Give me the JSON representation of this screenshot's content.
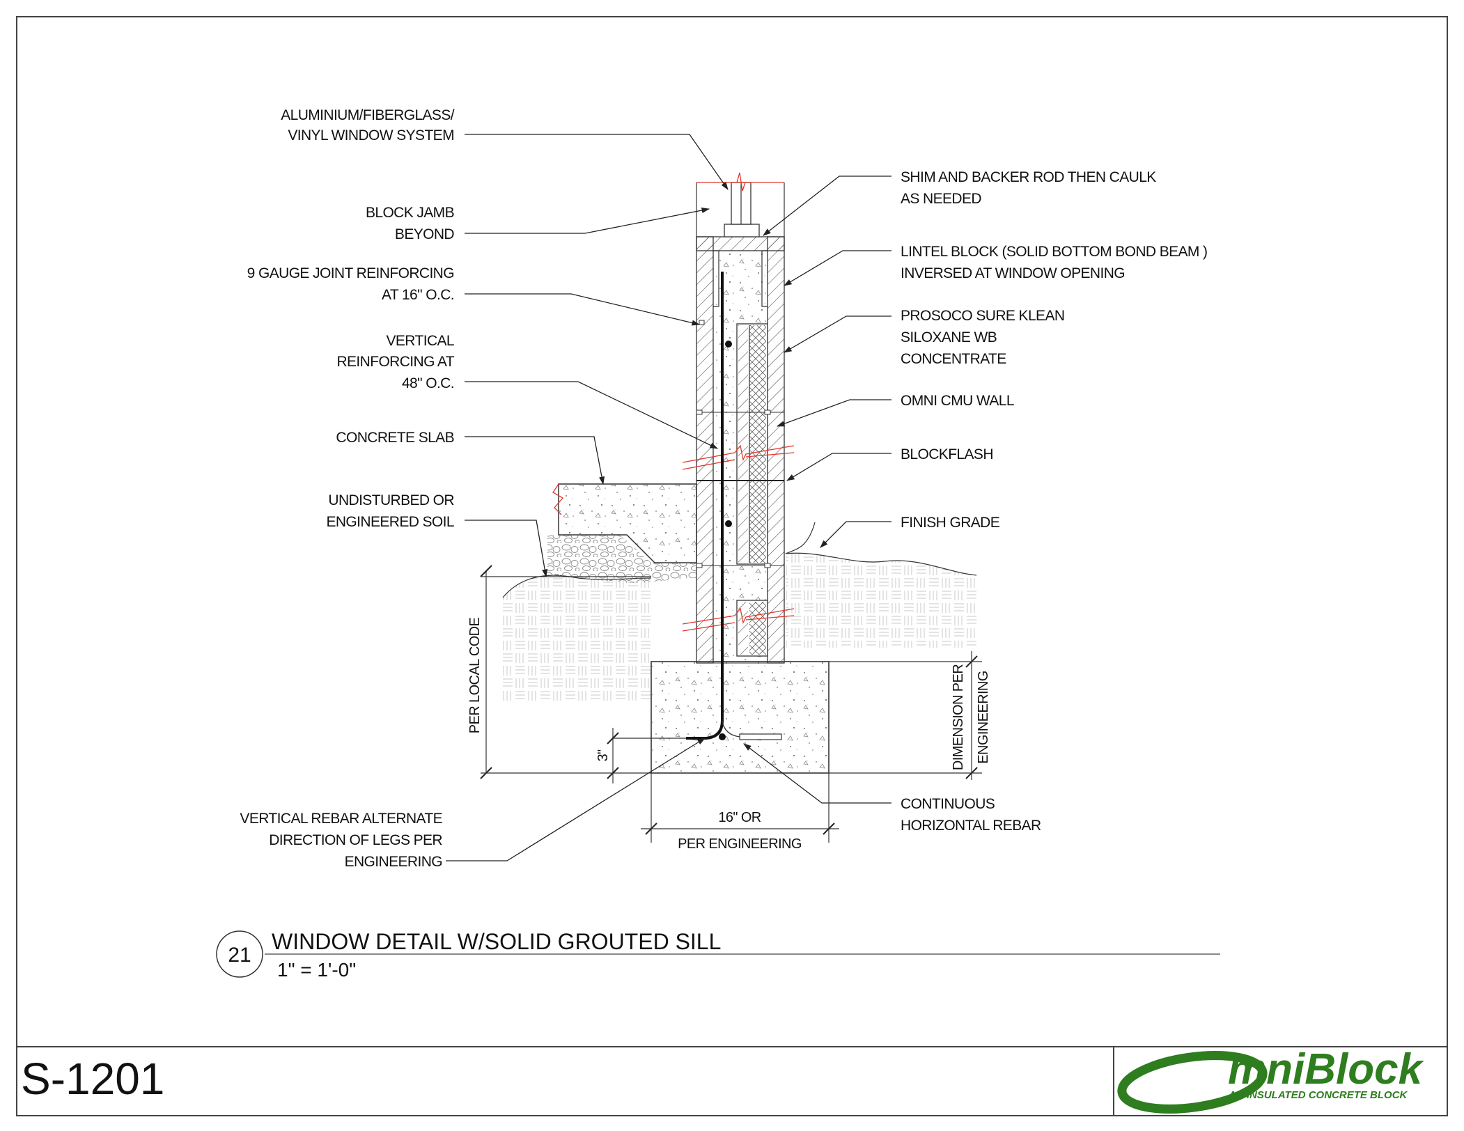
{
  "callouts": {
    "window_system": [
      "ALUMINIUM/FIBERGLASS/",
      "VINYL WINDOW SYSTEM"
    ],
    "block_jamb": [
      "BLOCK JAMB",
      "BEYOND"
    ],
    "joint_reinforcing": [
      "9 GAUGE JOINT REINFORCING",
      "AT 16\" O.C."
    ],
    "vertical_reinforcing": [
      "VERTICAL",
      "REINFORCING AT",
      "48\" O.C."
    ],
    "concrete_slab": [
      "CONCRETE SLAB"
    ],
    "soil": [
      "UNDISTURBED OR",
      "ENGINEERED SOIL"
    ],
    "vertical_rebar_alt": [
      "VERTICAL REBAR ALTERNATE",
      "DIRECTION OF LEGS PER",
      "ENGINEERING"
    ],
    "shim": [
      "SHIM AND BACKER ROD THEN CAULK",
      "AS NEEDED"
    ],
    "lintel": [
      "LINTEL BLOCK (SOLID BOTTOM BOND BEAM )",
      "INVERSED AT WINDOW OPENING"
    ],
    "prosoco": [
      "PROSOCO SURE  KLEAN",
      "SILOXANE WB",
      "CONCENTRATE"
    ],
    "omni_wall": [
      "OMNI CMU WALL"
    ],
    "blockflash": [
      "BLOCKFLASH"
    ],
    "finish_grade": [
      "FINISH GRADE"
    ],
    "horizontal_rebar": [
      "CONTINUOUS",
      "HORIZONTAL REBAR"
    ]
  },
  "dimensions": {
    "per_local_code": "PER LOCAL CODE",
    "three_inch": "3\"",
    "footing_width": [
      "16\" OR",
      "PER ENGINEERING"
    ],
    "dimension_per_engineering": [
      "DIMENSION PER",
      "ENGINEERING"
    ]
  },
  "detail": {
    "number": "21",
    "title": "WINDOW DETAIL W/SOLID GROUTED SILL",
    "scale": "1\" = 1'-0\""
  },
  "title_block": {
    "sheet_number": "S-1201",
    "logo_text": "mniBlock",
    "logo_initial": "O",
    "tagline": "AN INSULATED CONCRETE BLOCK"
  },
  "colors": {
    "brand_green": "#2e7d1e",
    "break_line_red": "#e4362c"
  }
}
